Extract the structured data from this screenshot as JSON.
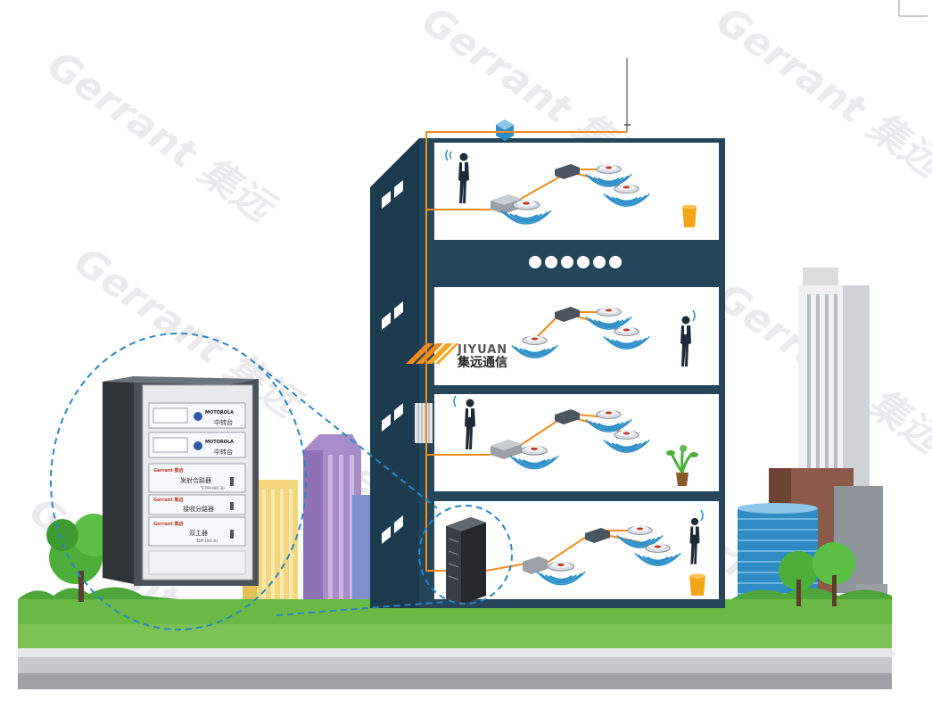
{
  "logo": {
    "english": "JIYUAN",
    "chinese": "集远通信"
  },
  "watermark": {
    "text": "Gerrant 集远"
  },
  "rack": {
    "units": [
      {
        "brand": "MOTOROLA",
        "label": "中转台"
      },
      {
        "brand": "MOTOROLA",
        "label": "中转台"
      },
      {
        "brand": "Gerrant 集远",
        "label": "发射合路器",
        "model": "TCPM-400-3U"
      },
      {
        "brand": "Gerrant 集远",
        "label": "接收分路器",
        "model": ""
      },
      {
        "brand": "Gerrant 集远",
        "label": "双工器",
        "model": "TDP-400-3U"
      }
    ]
  },
  "colors": {
    "building": "#24455a",
    "cable": "#f08c1e",
    "ground": "#6ab845",
    "dashed_circle": "#2a85c5",
    "signal": "#2c8fc8"
  },
  "icons": [
    "antenna-icon",
    "repeater-icon",
    "person-icon",
    "plant-icon",
    "trash-bin-icon"
  ]
}
